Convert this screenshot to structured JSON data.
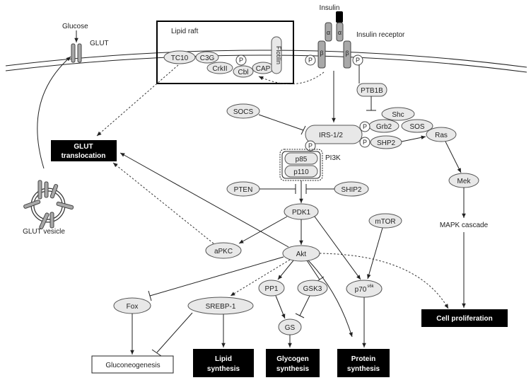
{
  "labels": {
    "glucose": "Glucose",
    "glut": "GLUT",
    "lipid_raft": "Lipid raft",
    "insulin": "Insulin",
    "insulin_receptor": "Insulin receptor",
    "alpha": "α",
    "beta": "β",
    "phospho": "P",
    "flotilin": "Flotilin",
    "glut_vesicle": "GLUT vesicle",
    "pi3k": "PI3K",
    "mapk_cascade": "MAPK cascade"
  },
  "nodes": {
    "tc10": "TC10",
    "c3g": "C3G",
    "crkii": "CrkII",
    "cbl": "Cbl",
    "cap": "CAP",
    "ptb1b": "PTB1B",
    "socs": "SOCS",
    "shc": "Shc",
    "grb2": "Grb2",
    "sos": "SOS",
    "irs": "IRS-1/2",
    "shp2_a": "SHP2",
    "ras": "Ras",
    "p85": "p85",
    "p110": "p110",
    "pten": "PTEN",
    "ship2": "SHIP2",
    "mek": "Mek",
    "pdk1": "PDK1",
    "mtor": "mTOR",
    "apkc": "aPKC",
    "akt": "Akt",
    "fox": "Fox",
    "srebp1": "SREBP-1",
    "pp1": "PP1",
    "gsk3": "GSK3",
    "p70": "p70",
    "p70_sup": "s6k",
    "gs": "GS"
  },
  "outcomes": {
    "glut_translocation": [
      "GLUT",
      "translocation"
    ],
    "cell_proliferation": "Cell proliferation",
    "gluconeogenesis": "Gluconeogenesis",
    "lipid_synthesis": [
      "Lipid",
      "synthesis"
    ],
    "glycogen_synthesis": [
      "Glycogen",
      "synthesis"
    ],
    "protein_synthesis": [
      "Protein",
      "synthesis"
    ]
  },
  "colors": {
    "node_fill": "#e8e8e8",
    "outcome_fill": "#000000",
    "receptor_fill": "#a8a8a8"
  }
}
